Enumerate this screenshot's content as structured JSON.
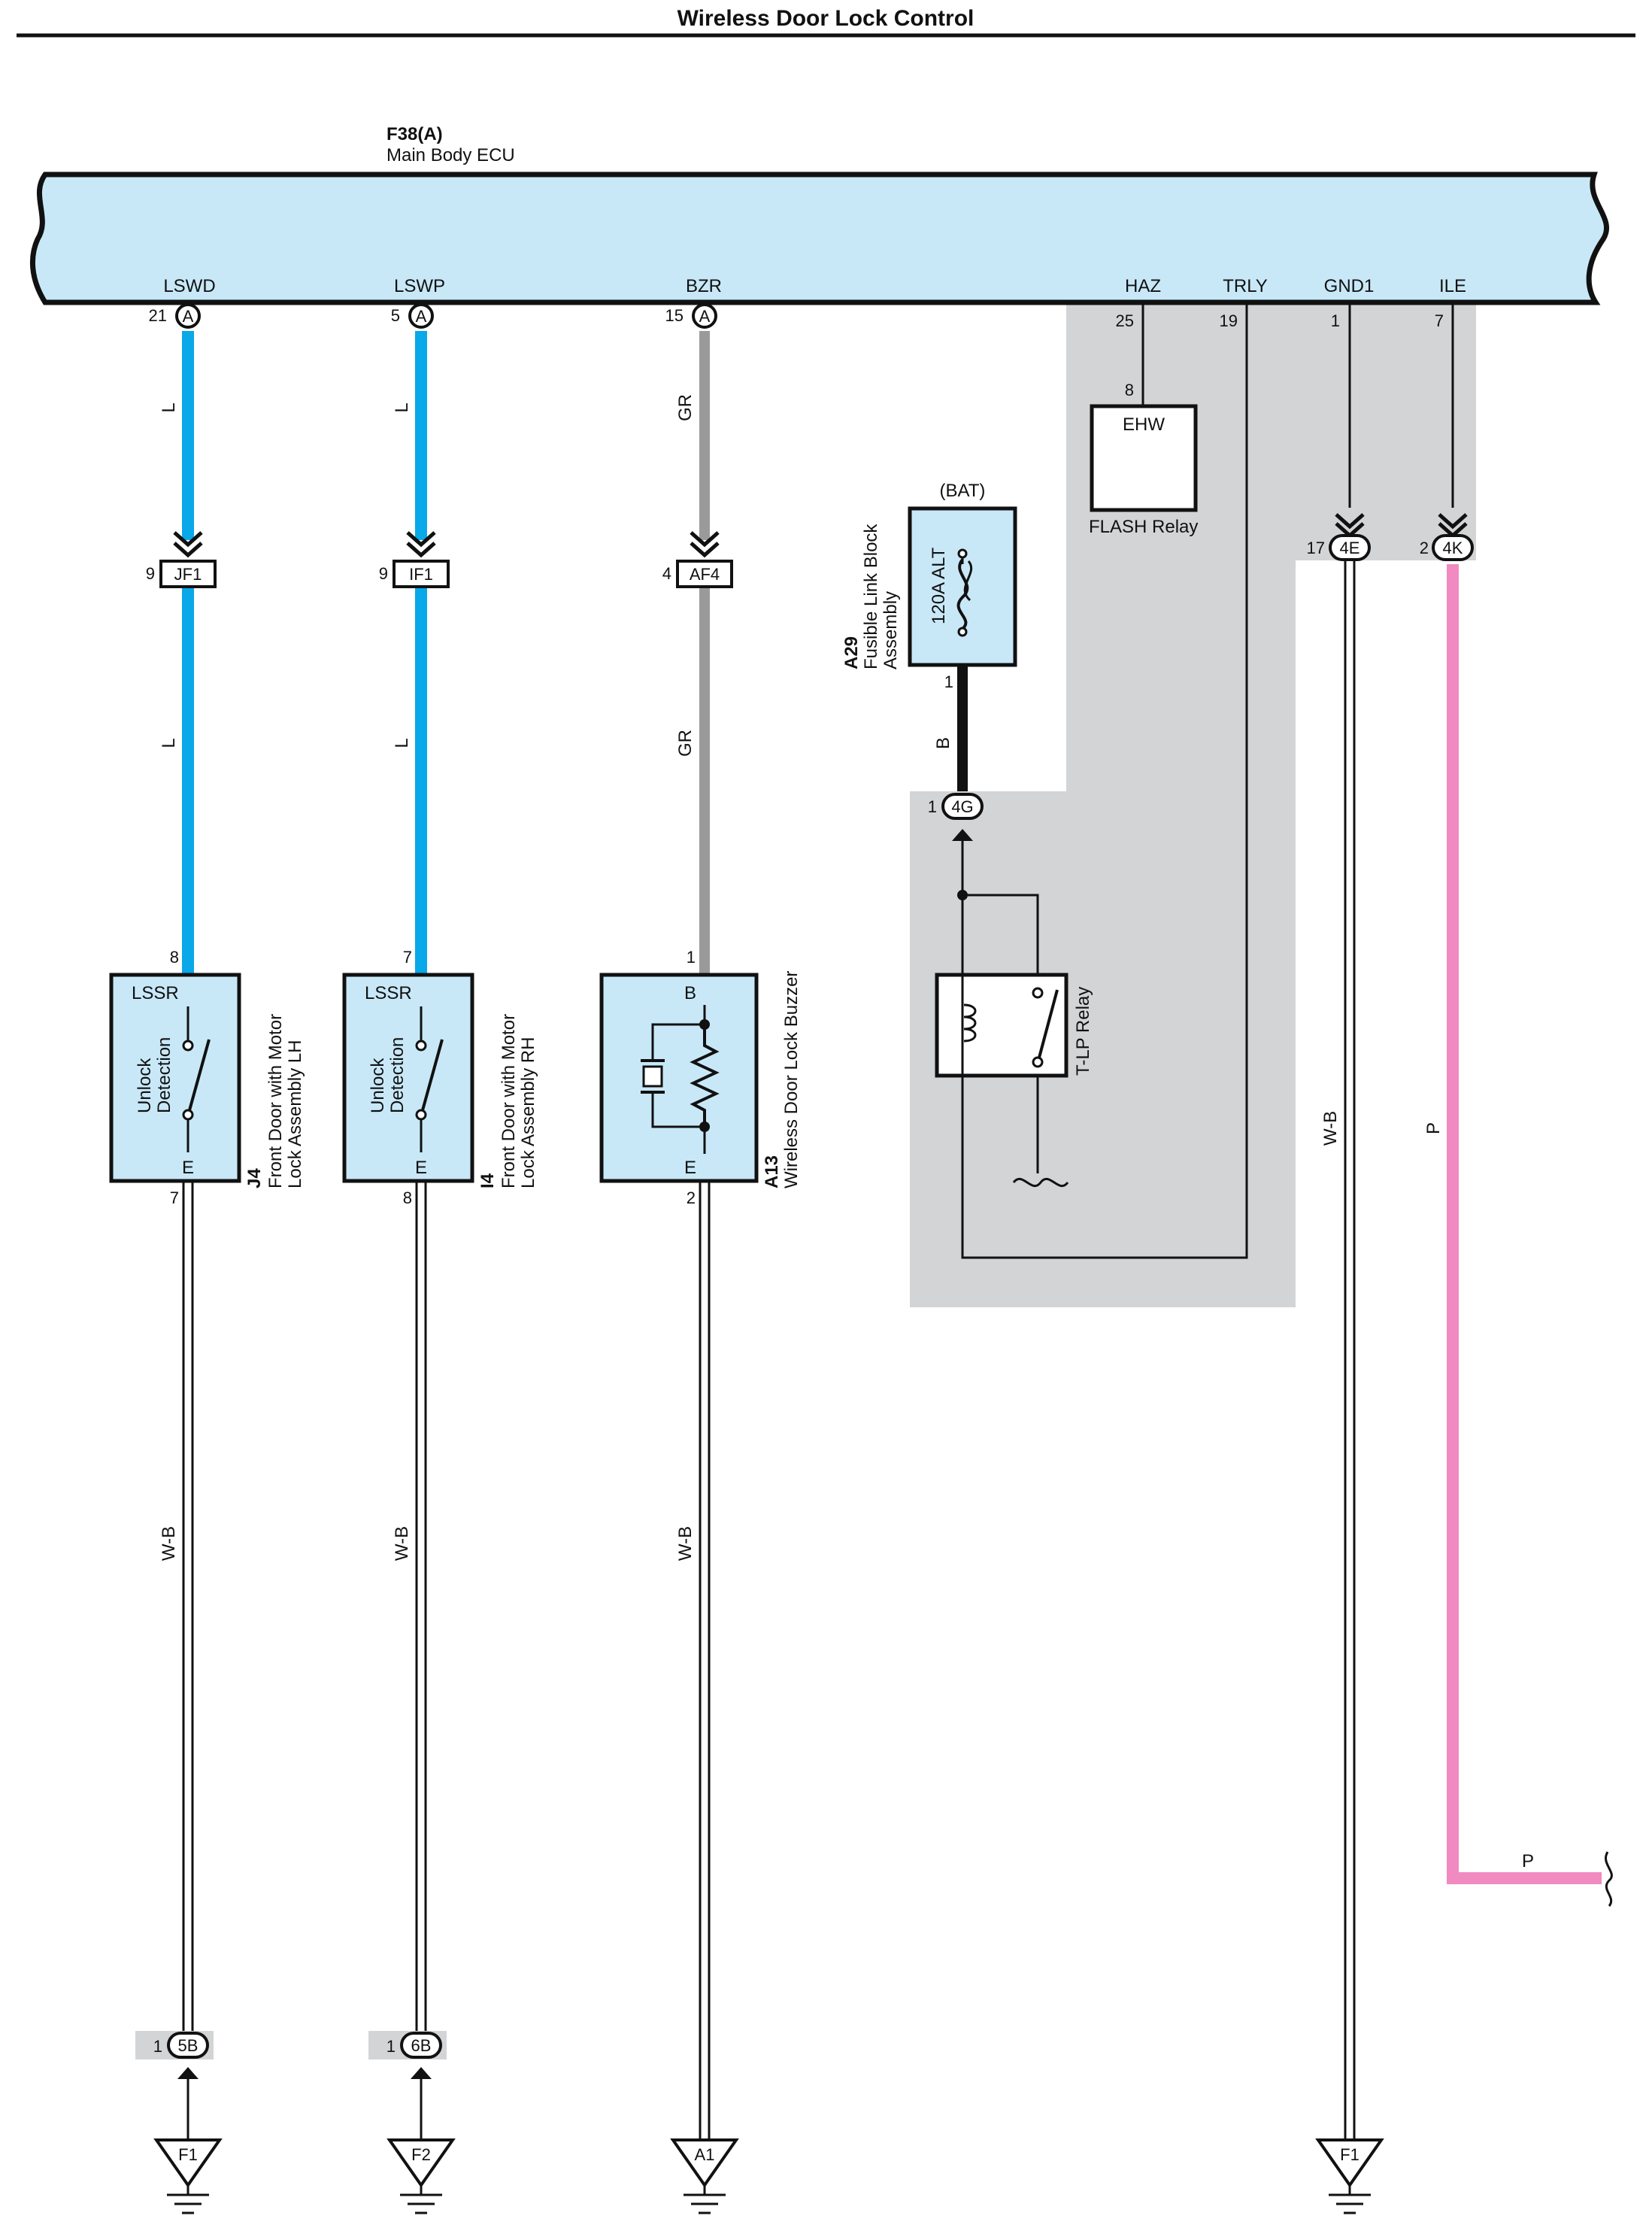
{
  "page": {
    "title": "Wireless Door Lock Control"
  },
  "ecu": {
    "code": "F38(A)",
    "name": "Main Body ECU",
    "terminals": [
      {
        "label": "LSWD",
        "pin": "21",
        "connector": "A"
      },
      {
        "label": "LSWP",
        "pin": "5",
        "connector": "A"
      },
      {
        "label": "BZR",
        "pin": "15",
        "connector": "A"
      },
      {
        "label": "HAZ",
        "pin": "25"
      },
      {
        "label": "TRLY",
        "pin": "19"
      },
      {
        "label": "GND1",
        "pin": "1"
      },
      {
        "label": "ILE",
        "pin": "7"
      }
    ]
  },
  "wires": {
    "blue": "L",
    "gray": "GR",
    "black": "B",
    "ground": "W-B",
    "pink": "P"
  },
  "colors": {
    "ecu_fill": "#c8e8f8",
    "wire_blue": "#09a8e8",
    "wire_gray": "#9a9a9a",
    "wire_pink": "#f08ac0",
    "shade": "#d3d4d6"
  },
  "junctions": [
    {
      "pin": "9",
      "code": "JF1"
    },
    {
      "pin": "9",
      "code": "IF1"
    },
    {
      "pin": "4",
      "code": "AF4"
    },
    {
      "pin": "1",
      "code": "4G"
    },
    {
      "pin": "17",
      "code": "4E"
    },
    {
      "pin": "2",
      "code": "4K"
    },
    {
      "pin": "1",
      "code": "5B"
    },
    {
      "pin": "1",
      "code": "6B"
    }
  ],
  "components": {
    "lh": {
      "top_pin": "8",
      "header": "LSSR",
      "inner": [
        "Unlock",
        "Detection"
      ],
      "bottom": "E",
      "bottom_pin": "7",
      "code": "J4",
      "name": [
        "Front Door with Motor",
        "Lock Assembly LH"
      ]
    },
    "rh": {
      "top_pin": "7",
      "header": "LSSR",
      "inner": [
        "Unlock",
        "Detection"
      ],
      "bottom": "E",
      "bottom_pin": "8",
      "code": "I4",
      "name": [
        "Front Door with Motor",
        "Lock Assembly RH"
      ]
    },
    "buzzer": {
      "top_pin": "1",
      "top": "B",
      "bottom": "E",
      "bottom_pin": "2",
      "code": "A13",
      "name": "Wireless Door Lock Buzzer"
    },
    "fuse": {
      "bat": "(BAT)",
      "rating": "120A ALT",
      "pin": "1",
      "code": "A29",
      "name": [
        "Fusible Link Block",
        "Assembly"
      ]
    },
    "flash": {
      "pin": "8",
      "label": "EHW",
      "name": "FLASH Relay"
    },
    "tlp": {
      "name": "T-LP Relay"
    }
  },
  "grounds": [
    "F1",
    "F2",
    "A1",
    "F1"
  ]
}
